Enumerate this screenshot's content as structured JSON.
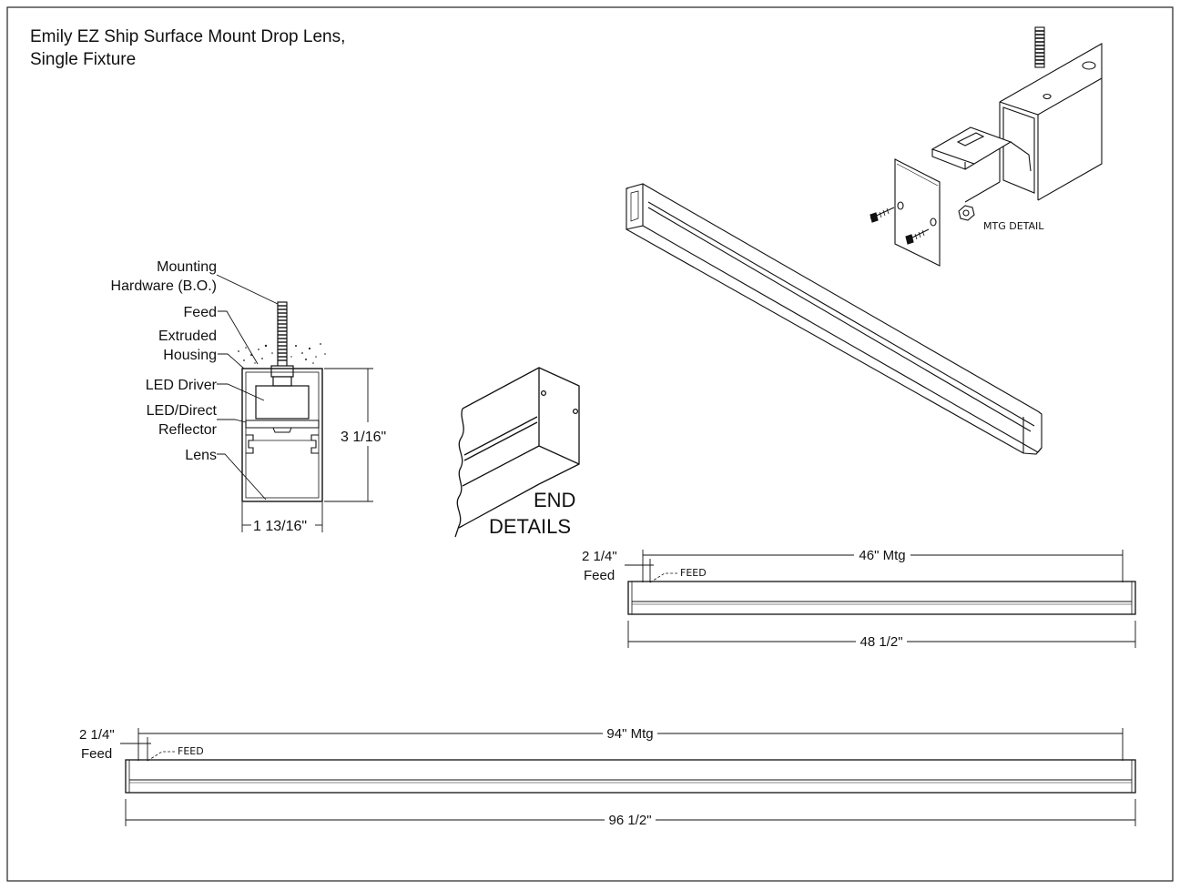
{
  "title": {
    "line1": "Emily EZ Ship Surface Mount Drop Lens,",
    "line2": "Single Fixture"
  },
  "cross_section": {
    "labels": {
      "mounting_1": "Mounting",
      "mounting_2": "Hardware (B.O.)",
      "feed": "Feed",
      "housing_1": "Extruded",
      "housing_2": "Housing",
      "driver": "LED Driver",
      "reflector_1": "LED/Direct",
      "reflector_2": "Reflector",
      "lens": "Lens"
    },
    "height": "3 1/16\"",
    "width": "1 13/16\""
  },
  "end_details": {
    "line1": "END",
    "line2": "DETAILS"
  },
  "mtg_detail": "MTG DETAIL",
  "fixture_4ft": {
    "feed_offset_1": "2 1/4\"",
    "feed_offset_2": "Feed",
    "feed_label": "FEED",
    "mounting": "46\" Mtg",
    "length": "48 1/2\""
  },
  "fixture_8ft": {
    "feed_offset_1": "2 1/4\"",
    "feed_offset_2": "Feed",
    "feed_label": "FEED",
    "mounting": "94\" Mtg",
    "length": "96 1/2\""
  }
}
